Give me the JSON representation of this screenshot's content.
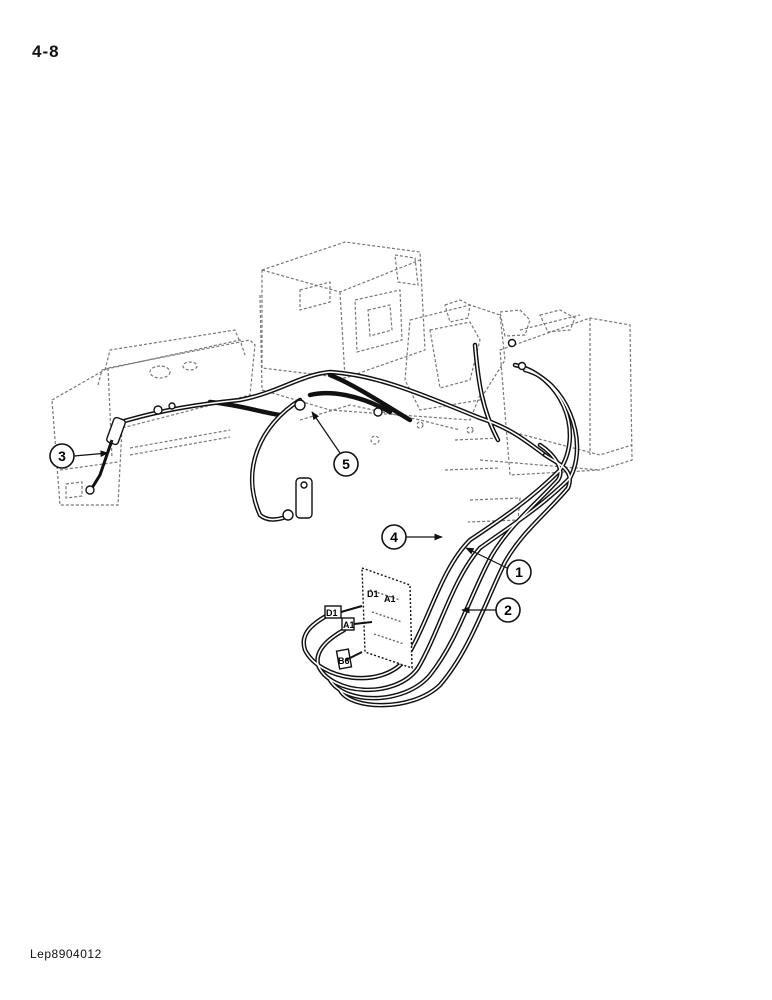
{
  "page": {
    "number": "4-8",
    "code": "Lep8904012"
  },
  "callouts": [
    "1",
    "2",
    "3",
    "4",
    "5"
  ],
  "terminal_labels": {
    "d1_tag": "D1",
    "a1_tag": "A1",
    "b6_tag": "B6",
    "board_d1": "D1",
    "board_a1": "A1"
  }
}
